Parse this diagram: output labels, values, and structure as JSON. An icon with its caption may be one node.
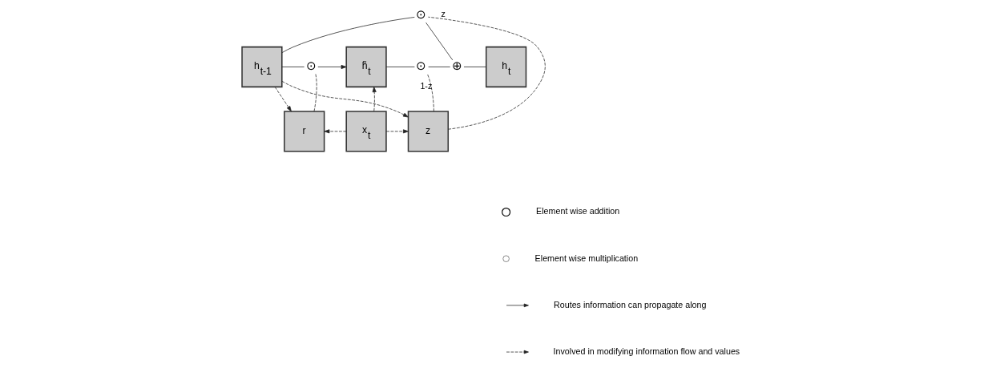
{
  "diagram": {
    "nodes": [
      {
        "text": [
          "h$_{t-1}$"
        ]
      },
      {
        "text": [
          "⊙"
        ]
      },
      {
        "text": [
          "⊙"
        ]
      },
      {
        "text": [
          "h̃$_{t}$"
        ]
      },
      {
        "text": [
          "⊙"
        ]
      },
      {
        "text": [
          "⊕"
        ]
      },
      {
        "text": [
          "h$_{t}$"
        ]
      },
      {
        "text": [
          "r"
        ]
      },
      {
        "text": [
          "z"
        ]
      },
      {
        "text": [
          "x$_{t}$"
        ]
      }
    ],
    "edges": [
      {
        "from": 0,
        "to": 1,
        "arrow": "none"
      },
      {
        "from": 1,
        "to": 5,
        "arrow": "none"
      },
      {
        "from": 0,
        "to": 2,
        "arrow": "none"
      },
      {
        "from": 2,
        "to": 3,
        "arrow": "to"
      },
      {
        "from": 3,
        "to": 4,
        "arrow": "none"
      },
      {
        "from": 4,
        "to": 5,
        "arrow": "none"
      },
      {
        "from": 5,
        "to": 6,
        "arrow": "none"
      },
      {
        "from": 7,
        "to": 2,
        "arrow": "none",
        "style": "dashed"
      },
      {
        "from": 8,
        "to": 4,
        "arrow": "none",
        "style": "dashed",
        "label": "1-z"
      },
      {
        "from": 8,
        "to": 1,
        "arrow": "none",
        "style": "dashed",
        "label": "z"
      },
      {
        "from": 0,
        "to": 7,
        "arrow": "to",
        "style": "dashed"
      },
      {
        "from": 0,
        "to": 8,
        "arrow": "to",
        "style": "dashed"
      },
      {
        "from": 9,
        "to": 7,
        "arrow": "to",
        "style": "dashed"
      },
      {
        "from": 9,
        "to": 3,
        "arrow": "to",
        "style": "dashed"
      },
      {
        "from": 9,
        "to": 8,
        "arrow": "to",
        "style": "dashed"
      }
    ],
    "legend": [
      {
        "text": "Element wise addition"
      },
      {
        "text": "Element wise multiplication"
      },
      {
        "text": "Routes information can propagate along"
      },
      {
        "text": "Involved in modifying information flow and values"
      }
    ]
  }
}
